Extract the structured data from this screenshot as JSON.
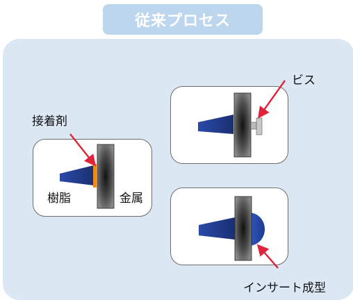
{
  "title": "従来プロセス",
  "labels": {
    "adhesive": "接着剤",
    "resin": "樹脂",
    "metal": "金属",
    "screw": "ビス",
    "insert_molding": "インサート成型"
  },
  "colors": {
    "panel_bg": "#dbe8f4",
    "title_bg": "#bcd6ee",
    "resin_blue": "#2e4fae",
    "adhesive_orange": "#ee8a1a",
    "arrow_red": "#e0223a",
    "metal_dark": "#3a3a3a"
  }
}
